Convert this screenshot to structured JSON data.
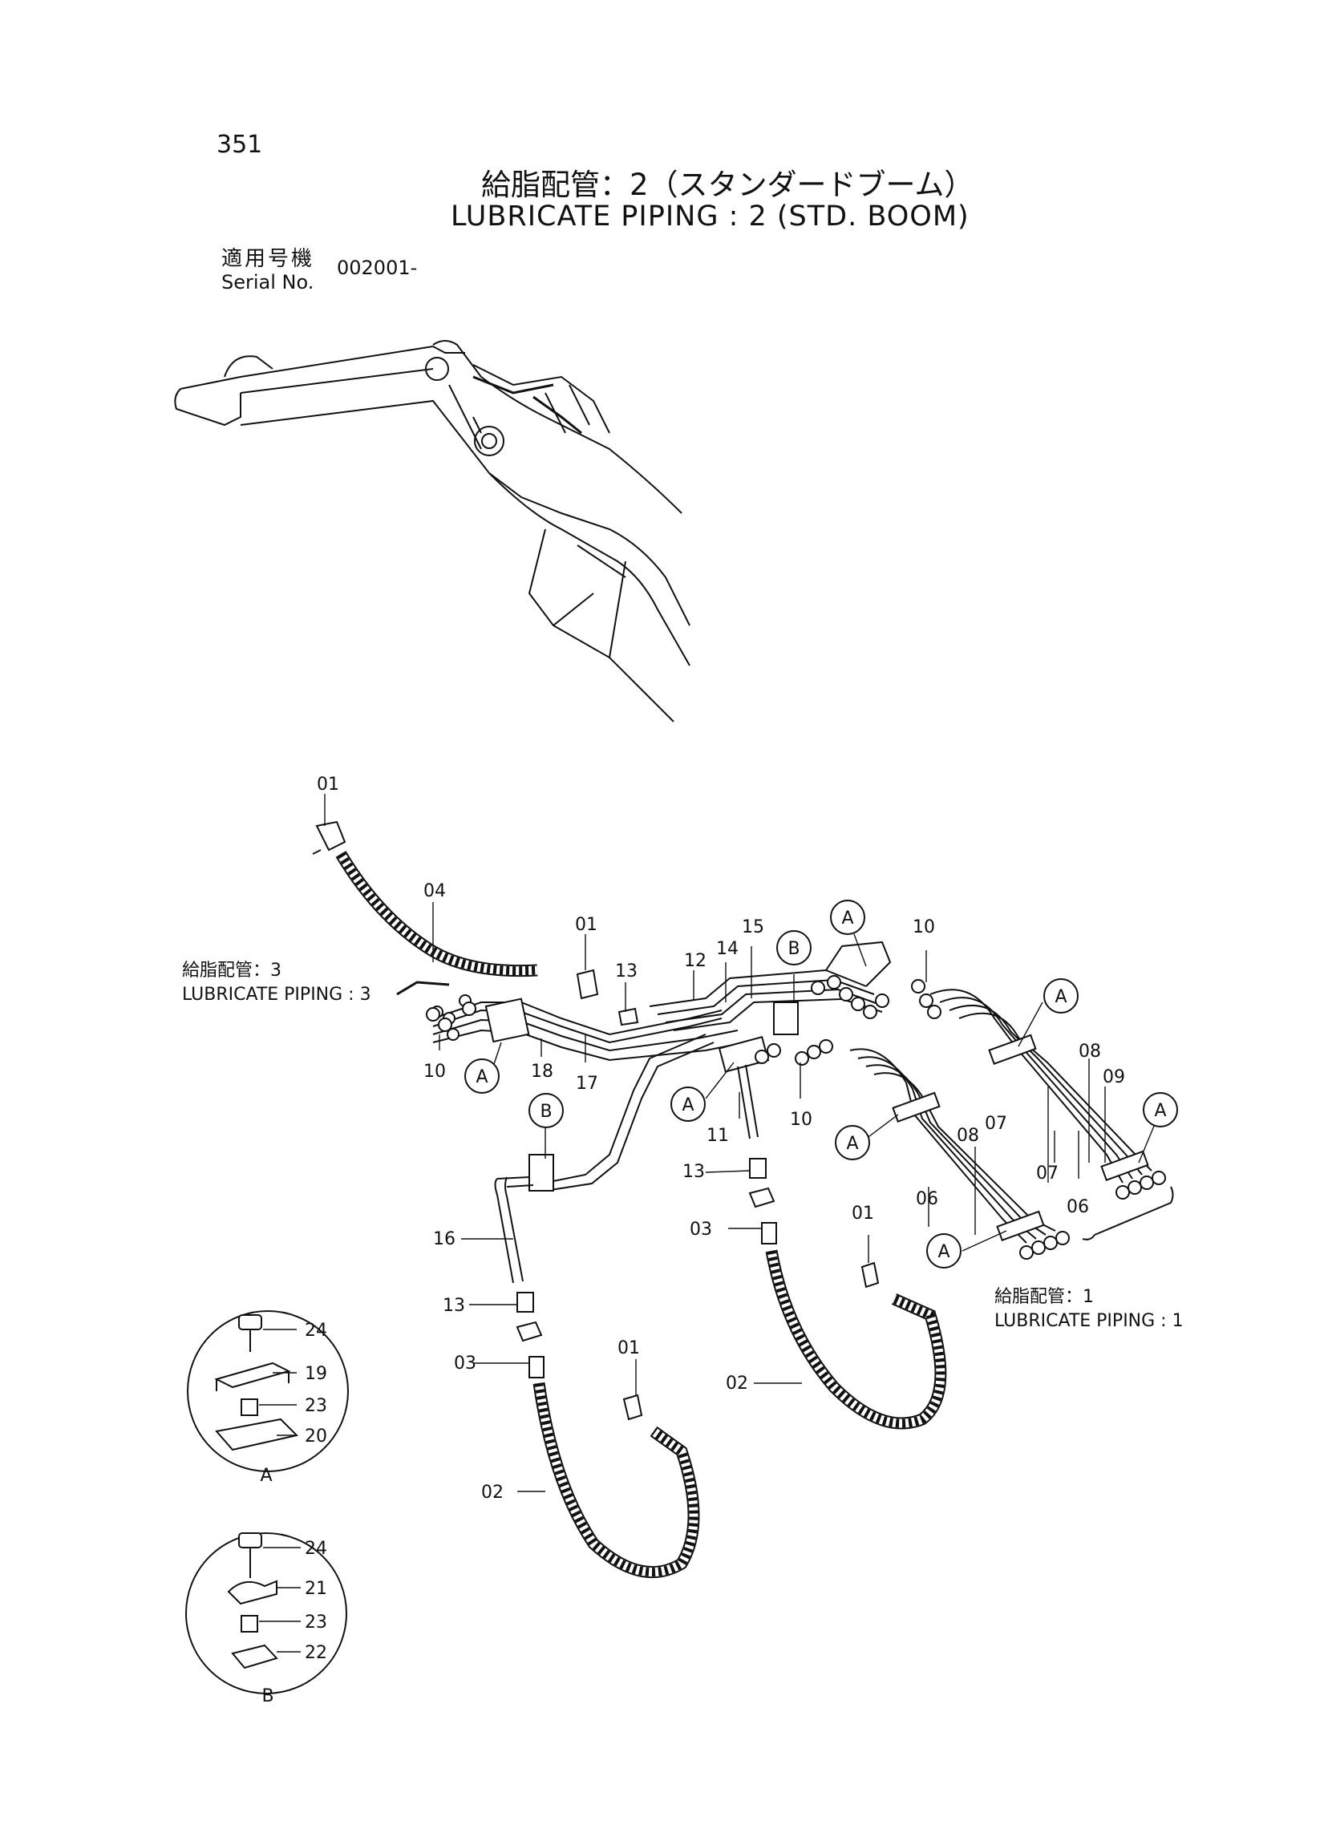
{
  "header": {
    "page_number": "351",
    "title_jp": "給脂配管：2（スタンダードブーム）",
    "title_en": "LUBRICATE PIPING : 2 (STD. BOOM)",
    "serial_label_jp": "適用号機",
    "serial_label_en": "Serial No.",
    "serial_value": "002001-"
  },
  "section_refs": {
    "piping3_jp": "給脂配管：3",
    "piping3_en": "LUBRICATE PIPING : 3",
    "piping1_jp": "給脂配管：1",
    "piping1_en": "LUBRICATE PIPING : 1"
  },
  "callouts": {
    "c01a": "01",
    "c04": "04",
    "c01b": "01",
    "c13a": "13",
    "c12": "12",
    "c14": "14",
    "c15": "15",
    "c10a": "10",
    "c10b": "10",
    "c18": "18",
    "c17": "17",
    "c11": "11",
    "c10c": "10",
    "c13b": "13",
    "c03a": "03",
    "c16": "16",
    "c13c": "13",
    "c03b": "03",
    "c01c": "01",
    "c01d": "01",
    "c02a": "02",
    "c02b": "02",
    "c08a": "08",
    "c07a": "07",
    "c06a": "06",
    "c08b": "08",
    "c09": "09",
    "c07b": "07",
    "c06b": "06"
  },
  "circle_markers": {
    "a1": "A",
    "a2": "A",
    "a3": "A",
    "a4": "A",
    "a5": "A",
    "a6": "A",
    "a7": "A",
    "b1": "B",
    "b2": "B"
  },
  "detail_a": {
    "label": "A",
    "parts": [
      "24",
      "19",
      "23",
      "20"
    ]
  },
  "detail_b": {
    "label": "B",
    "parts": [
      "24",
      "21",
      "23",
      "22"
    ]
  }
}
